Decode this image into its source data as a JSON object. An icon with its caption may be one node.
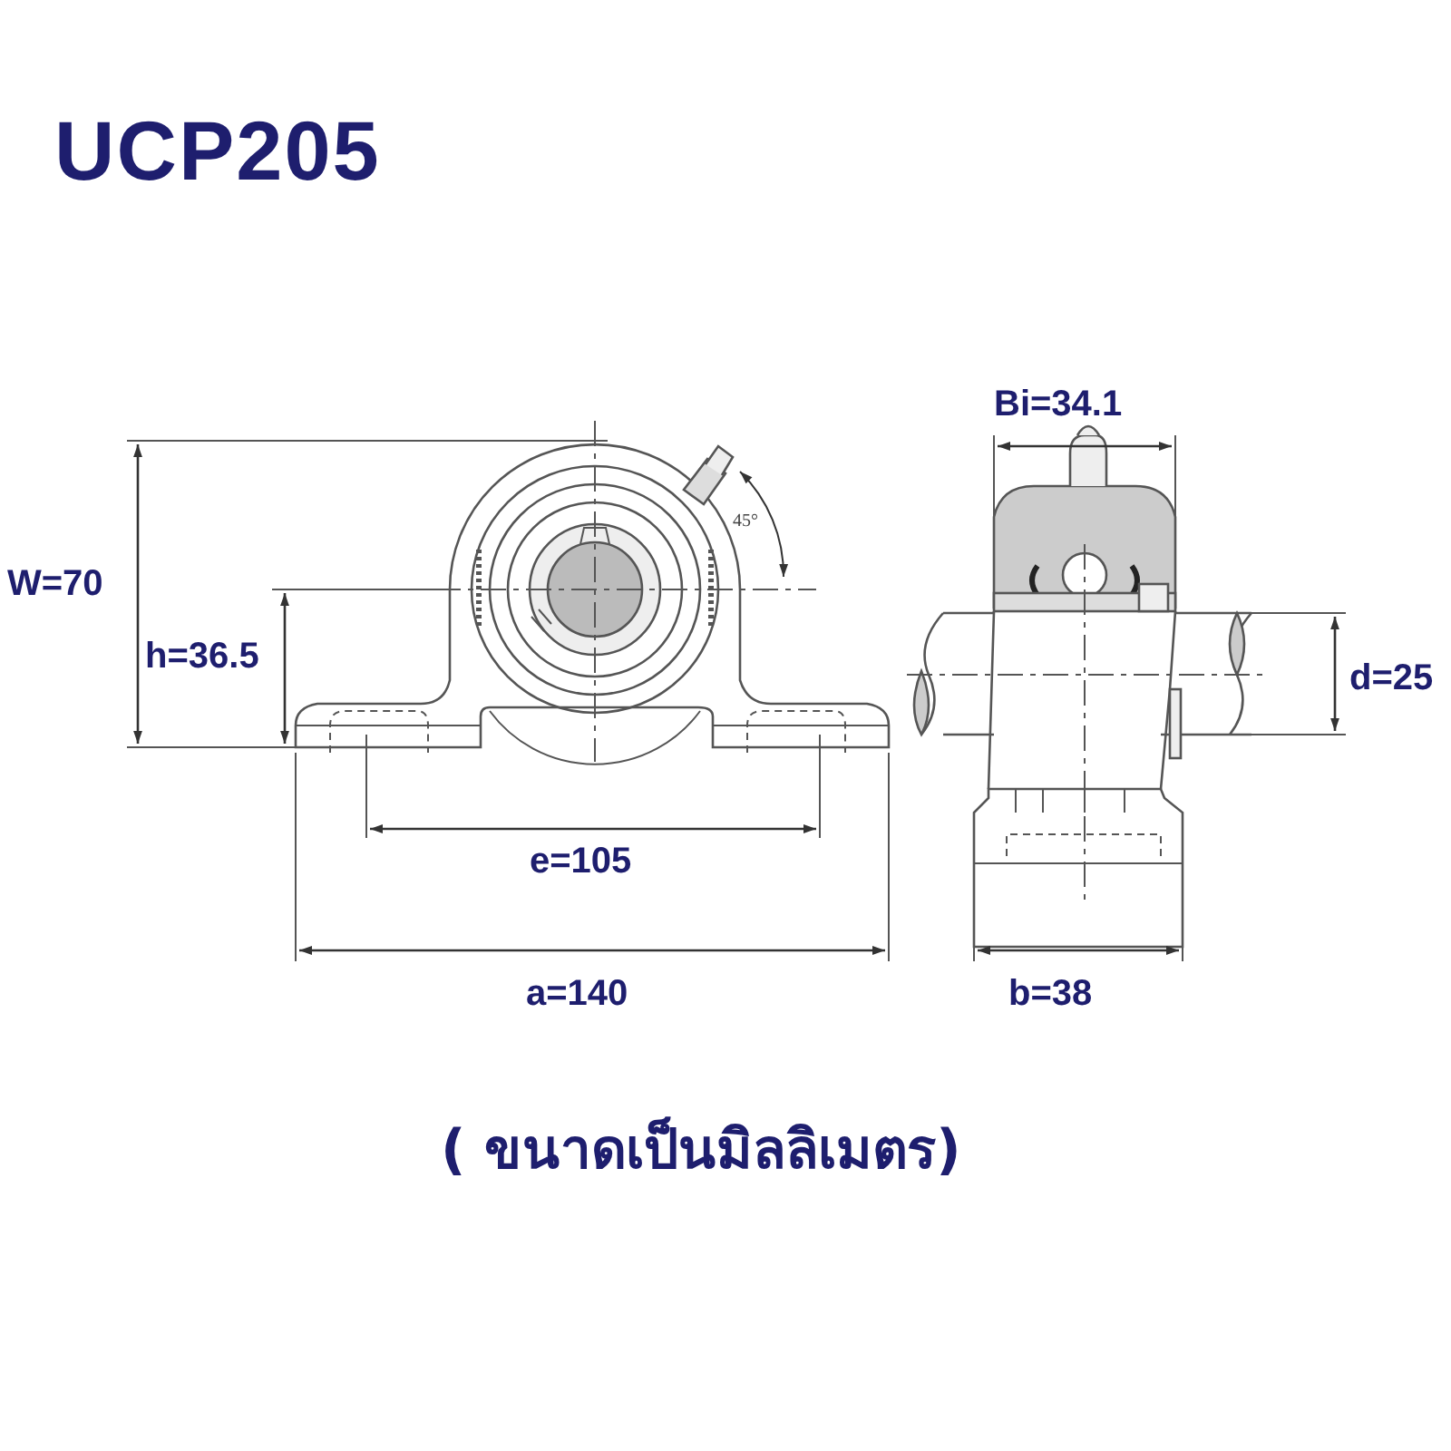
{
  "diagram": {
    "title": "UCP205",
    "caption": "( ขนาดเป็นมิลลิเมตร)",
    "labels": [
      "Bi=34.1",
      "45°",
      "W=70",
      "h=36.5",
      "d=25",
      "e=105",
      "a=140",
      "b=38"
    ]
  }
}
